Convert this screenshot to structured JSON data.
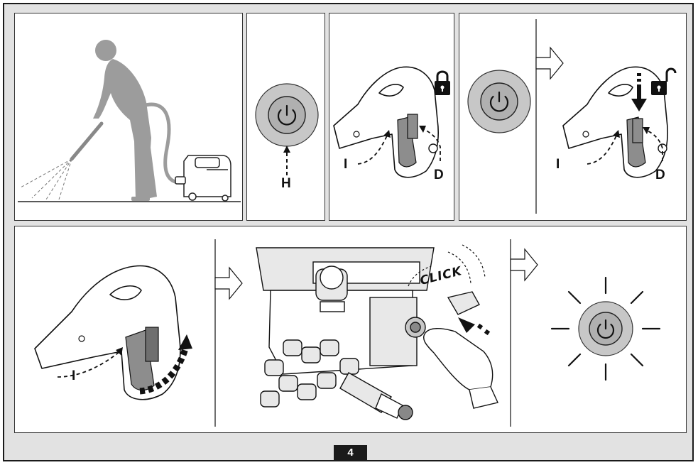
{
  "figure": {
    "page_number": "4",
    "callouts": {
      "power_button": "H",
      "trigger": "I",
      "lock": "D",
      "trigger_release": "I",
      "lock_release": "D",
      "trigger_pull": "I"
    },
    "click_text": "CLICK"
  },
  "icons": [
    "power-icon",
    "padlock-closed-icon",
    "padlock-open-icon",
    "arrow-right-icon"
  ],
  "colors": {
    "button_grey": "#c7c7c7",
    "silhouette": "#9c9c9c",
    "line": "#111111",
    "page_bg": "#e2e2e2"
  }
}
